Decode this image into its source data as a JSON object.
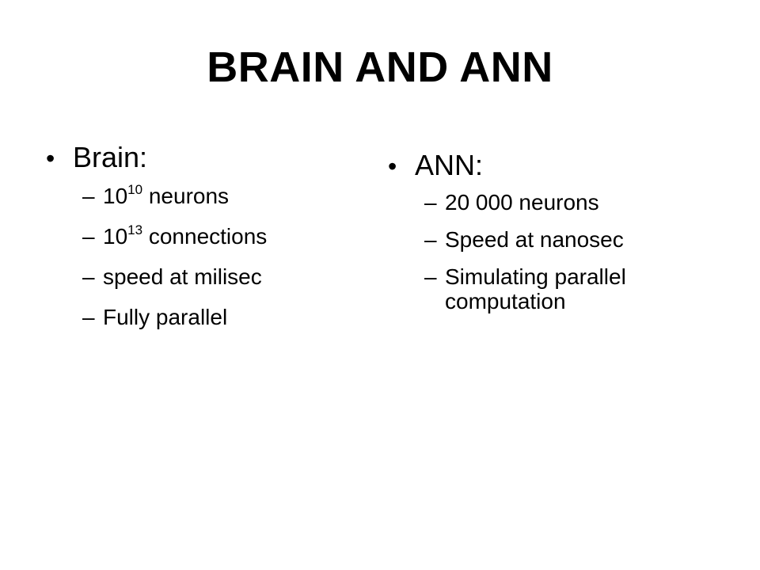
{
  "slide": {
    "title": "BRAIN AND ANN",
    "left": {
      "heading": "Brain:",
      "items": [
        {
          "base": "10",
          "exponent": "10",
          "text": " neurons"
        },
        {
          "base": "10",
          "exponent": "13",
          "text": " connections"
        },
        {
          "text": "speed at milisec"
        },
        {
          "text": "Fully parallel"
        }
      ]
    },
    "right": {
      "heading": "ANN:",
      "items": [
        {
          "text": "20 000 neurons"
        },
        {
          "text": "Speed at nanosec"
        },
        {
          "text": "Simulating parallel computation"
        }
      ]
    },
    "bullet_symbol": "•",
    "dash_symbol": "–"
  }
}
